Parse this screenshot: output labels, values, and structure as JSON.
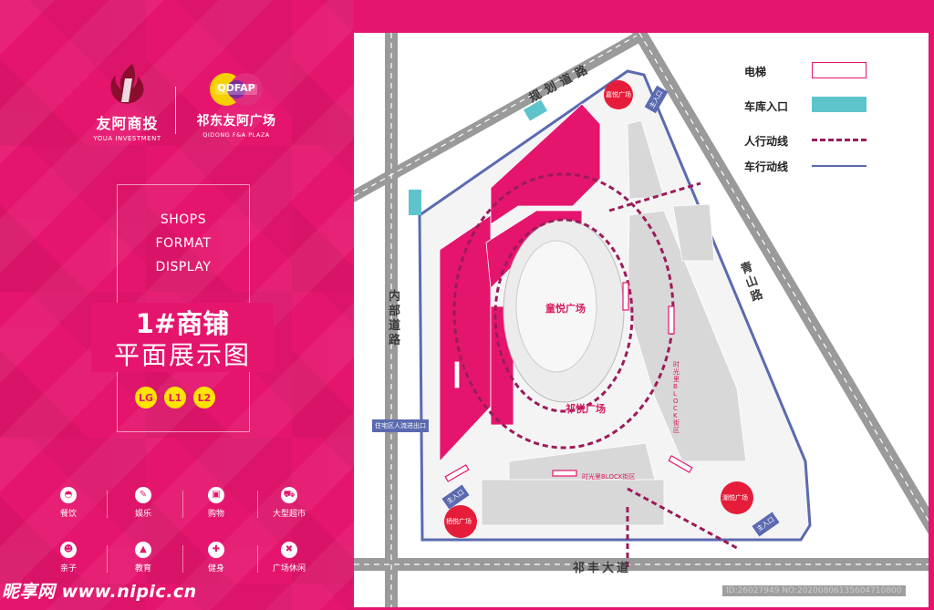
{
  "brand": {
    "logo1_cn": "友阿商投",
    "logo1_en": "YOUA INVESTMENT",
    "logo2_badge": "QDFAP",
    "logo2_cn": "祁东友阿广场",
    "logo2_en": "QIDONG F&A PLAZA"
  },
  "heading": {
    "line1": "SHOPS",
    "line2": "FORMAT",
    "line3": "DISPLAY",
    "title": "1#商铺",
    "subtitle": "平面展示图"
  },
  "floors": [
    "LG",
    "L1",
    "L2"
  ],
  "categories": [
    {
      "label": "餐饮",
      "icon": "dining-icon"
    },
    {
      "label": "娱乐",
      "icon": "entertainment-icon"
    },
    {
      "label": "购物",
      "icon": "shopping-icon"
    },
    {
      "label": "大型超市",
      "icon": "supermarket-icon"
    },
    {
      "label": "亲子",
      "icon": "family-icon"
    },
    {
      "label": "教育",
      "icon": "education-icon"
    },
    {
      "label": "健身",
      "icon": "fitness-icon"
    },
    {
      "label": "广场休闲",
      "icon": "plaza-leisure-icon"
    }
  ],
  "legend": {
    "elevator": "电梯",
    "garage": "车库入口",
    "pedestrian": "人行动线",
    "vehicle": "车行动线"
  },
  "map": {
    "road_north": "规划道路",
    "road_west": "内部道路",
    "road_east": "青山路",
    "road_south": "祁丰大道",
    "plaza_center": "童悦广场",
    "plaza_south": "祁悦广场",
    "plaza_ne": "嘉悦广场",
    "plaza_se": "潮悦广场",
    "plaza_sw": "栖悦广场",
    "block_west": "时光里BLOCK街区",
    "block_east": "时光里BLOCK街区",
    "block_south": "时光里BLOCK街区",
    "exit_residential": "住宅区人流进出口",
    "entrance_main_sw": "主入口",
    "entrance_main_se": "主入口",
    "entrance_main_n": "主入口"
  },
  "watermark": {
    "site": "昵享网 www.nipic.cn",
    "id": "ID:26027949 NO:20200806135604710800"
  },
  "colors": {
    "brand_pink": "#e5156e",
    "shop_pink": "#e5156e",
    "garage_cyan": "#5ec4cc",
    "pedestrian_line": "#9b1b5a",
    "vehicle_line": "#5b6ab0",
    "road_gray": "#9a9a9a",
    "badge_yellow": "#ffe400"
  }
}
